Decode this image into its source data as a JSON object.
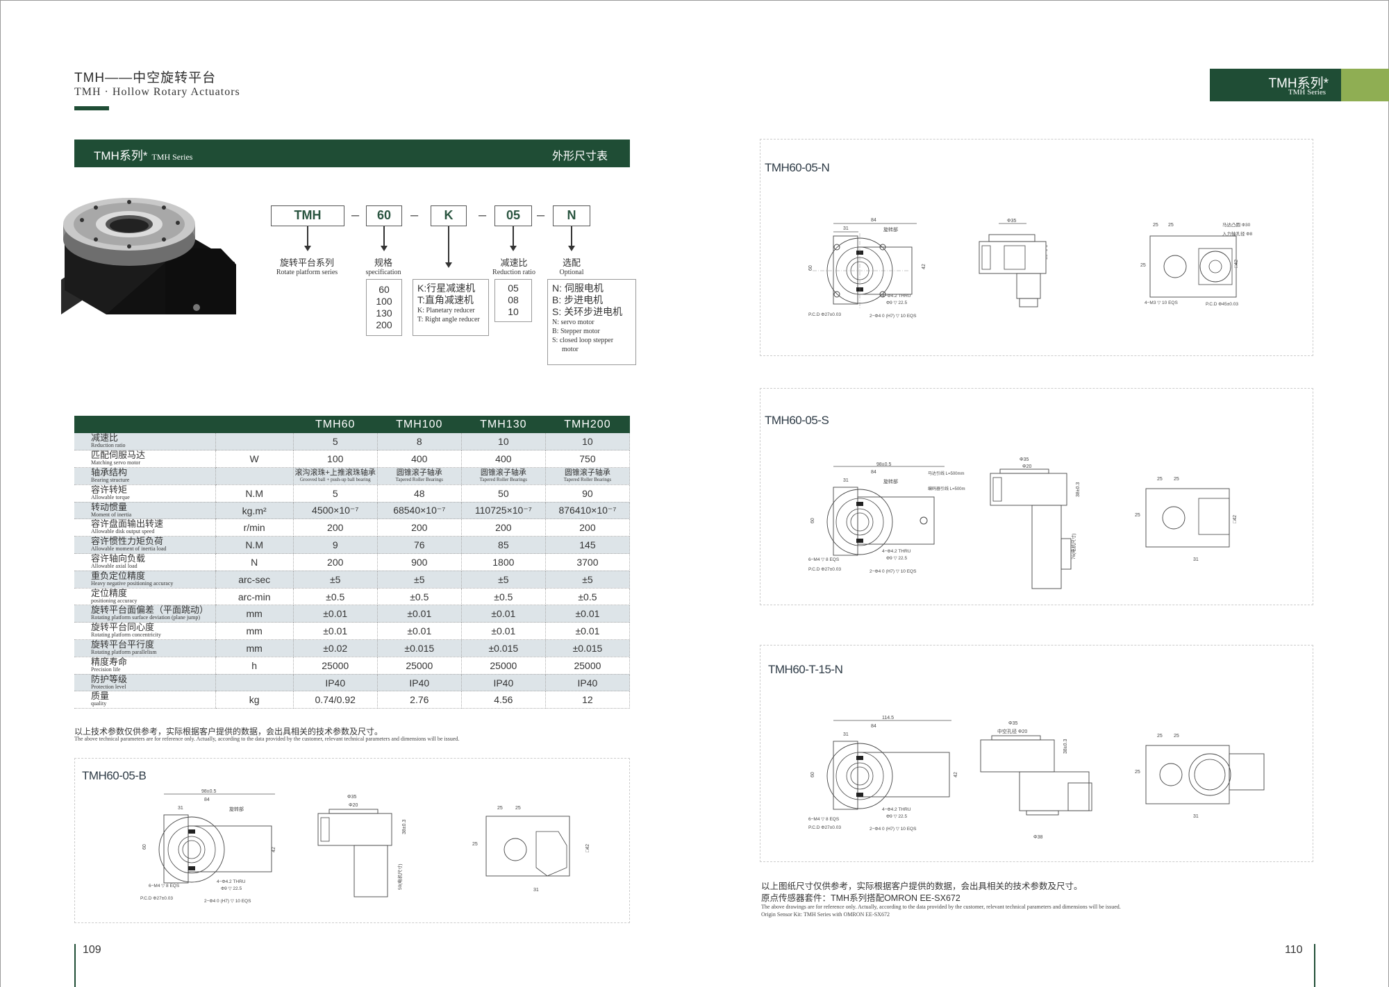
{
  "header": {
    "title_zh": "TMH——中空旋转平台",
    "title_en": "TMH · Hollow Rotary Actuators",
    "series_tab_zh": "TMH系列*",
    "series_tab_en": "TMH Series"
  },
  "banner": {
    "left_zh": "TMH系列*",
    "left_en": "TMH Series",
    "right_zh": "外形尺寸表"
  },
  "model_code": {
    "boxes": [
      "TMH",
      "60",
      "K",
      "05",
      "N"
    ],
    "labels": [
      {
        "zh": "旋转平台系列",
        "en": "Rotate platform series"
      },
      {
        "zh": "规格",
        "en": "specification"
      },
      {
        "zh": "",
        "en": ""
      },
      {
        "zh": "减速比",
        "en": "Reduction ratio"
      },
      {
        "zh": "选配",
        "en": "Optional"
      }
    ],
    "sizes": [
      "60",
      "100",
      "130",
      "200"
    ],
    "reducers_zh": [
      "K:行星减速机",
      "T:直角减速机"
    ],
    "reducers_en": [
      "K: Planetary reducer",
      "T: Right angle reducer"
    ],
    "ratios": [
      "05",
      "08",
      "10"
    ],
    "options_zh": [
      "N: 伺服电机",
      "B: 步进电机",
      "S: 关环步进电机"
    ],
    "options_en": [
      "N: servo motor",
      "B: Stepper motor",
      "S: closed loop stepper",
      "motor"
    ]
  },
  "spec_table": {
    "columns": [
      "TMH60",
      "TMH100",
      "TMH130",
      "TMH200"
    ],
    "rows": [
      {
        "zh": "减速比",
        "en": "Reduction ratio",
        "unit": "",
        "values": [
          "5",
          "8",
          "10",
          "10"
        ]
      },
      {
        "zh": "匹配伺服马达",
        "en": "Matching servo motor",
        "unit": "W",
        "values": [
          "100",
          "400",
          "400",
          "750"
        ]
      },
      {
        "zh": "轴承结构",
        "en": "Bearing structure",
        "unit": "",
        "values": [
          "滚沟滚珠+上推滚珠轴承",
          "圆锥滚子轴承",
          "圆锥滚子轴承",
          "圆锥滚子轴承"
        ],
        "values_en": [
          "Grooved ball + push-up ball bearing",
          "Tapered Roller Bearings",
          "Tapered Roller Bearings",
          "Tapered Roller Bearings"
        ]
      },
      {
        "zh": "容许转矩",
        "en": "Allowable torque",
        "unit": "N.M",
        "values": [
          "5",
          "48",
          "50",
          "90"
        ]
      },
      {
        "zh": "转动惯量",
        "en": "Moment of inertia",
        "unit": "kg.m²",
        "values": [
          "4500×10⁻⁷",
          "68540×10⁻⁷",
          "110725×10⁻⁷",
          "876410×10⁻⁷"
        ]
      },
      {
        "zh": "容许盘面输出转速",
        "en": "Allowable disk output speed",
        "unit": "r/min",
        "values": [
          "200",
          "200",
          "200",
          "200"
        ]
      },
      {
        "zh": "容许惯性力矩负荷",
        "en": "Allowable moment of inertia load",
        "unit": "N.M",
        "values": [
          "9",
          "76",
          "85",
          "145"
        ]
      },
      {
        "zh": "容许轴向负载",
        "en": "Allowable axial load",
        "unit": "N",
        "values": [
          "200",
          "900",
          "1800",
          "3700"
        ]
      },
      {
        "zh": "重负定位精度",
        "en": "Heavy negative positioning accuracy",
        "unit": "arc-sec",
        "values": [
          "±5",
          "±5",
          "±5",
          "±5"
        ]
      },
      {
        "zh": "定位精度",
        "en": "positioning accuracy",
        "unit": "arc-min",
        "values": [
          "±0.5",
          "±0.5",
          "±0.5",
          "±0.5"
        ]
      },
      {
        "zh": "旋转平台面偏差（平面跳动）",
        "en": "Rotating platform surface deviation (plane jump)",
        "unit": "mm",
        "values": [
          "±0.01",
          "±0.01",
          "±0.01",
          "±0.01"
        ]
      },
      {
        "zh": "旋转平台同心度",
        "en": "Rotating platform concentricity",
        "unit": "mm",
        "values": [
          "±0.01",
          "±0.01",
          "±0.01",
          "±0.01"
        ]
      },
      {
        "zh": "旋转平台平行度",
        "en": "Rotating platform parallelism",
        "unit": "mm",
        "values": [
          "±0.02",
          "±0.015",
          "±0.015",
          "±0.015"
        ]
      },
      {
        "zh": "精度寿命",
        "en": "Precision life",
        "unit": "h",
        "values": [
          "25000",
          "25000",
          "25000",
          "25000"
        ]
      },
      {
        "zh": "防护等级",
        "en": "Protection level",
        "unit": "",
        "values": [
          "IP40",
          "IP40",
          "IP40",
          "IP40"
        ]
      },
      {
        "zh": "质量",
        "en": "quality",
        "unit": "kg",
        "values": [
          "0.74/0.92",
          "2.76",
          "4.56",
          "12"
        ]
      }
    ]
  },
  "note_left": {
    "zh": "以上技术参数仅供参考，实际根据客户提供的数据，会出具相关的技术参数及尺寸。",
    "en": "The above technical parameters are for reference only. Actually, according to the data provided by the customer, relevant technical parameters and dimensions will be issued."
  },
  "panels": {
    "p1": "TMH60-05-N",
    "p2": "TMH60-05-S",
    "p3": "TMH60-T-15-N",
    "p4": "TMH60-05-B"
  },
  "dims": {
    "d84": "84",
    "d31": "31",
    "d60": "60",
    "d42": "42",
    "d30": "30",
    "d25": "25",
    "phi35": "Φ35",
    "phi20": "Φ20",
    "thru": "4−Φ4.2 THRU",
    "cb": "Φ9 ▽ 22.5",
    "pin": "2−Φ4  0  (H7) ▽ 10 EQS",
    "pcd": "P.C.D  Φ27±0.03",
    "m4": "6−M4 ▽ 8 EQS",
    "rot": "旋转部",
    "d98": "98±0.5",
    "d114": "114.5",
    "d38": "38±0.3",
    "phi38": "Φ38",
    "c42": "□42",
    "pcd45": "P.C.D  Φ45±0.03",
    "m3": "4−M3 ▽ 10 EQS",
    "motor_dia": "马达凸圆  Φ30",
    "in_shaft": "入力轴孔径  Φ8",
    "enc1": "马达引线 L=500mm",
    "enc2": "编码器引线 L=500mm",
    "flange20": "中空孔径 Φ20",
    "motor_len": "50(电机尺寸)",
    "motor_len2": "76(电机尺寸)"
  },
  "note_right": {
    "zh1": "以上图纸尺寸仅供参考，实际根据客户提供的数据，会出具相关的技术参数及尺寸。",
    "zh2": "原点传感器套件：TMH系列搭配OMRON EE-SX672",
    "en1": "The above drawings are for reference only. Actually, according to the data provided by the customer, relevant technical parameters and dimensions will be issued.",
    "en2": "Origin Sensor Kit: TMH Series with OMRON EE-SX672"
  },
  "page_numbers": {
    "left": "109",
    "right": "110"
  },
  "colors": {
    "brand_green": "#1f4d35",
    "accent_lime": "#8fae53",
    "row_shade": "#dde4e8"
  }
}
